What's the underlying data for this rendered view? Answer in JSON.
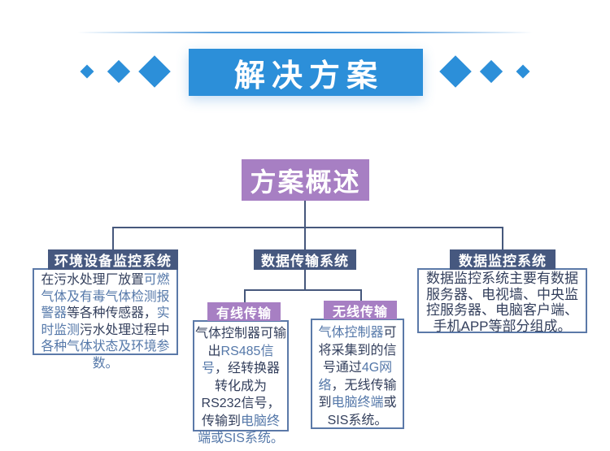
{
  "banner": {
    "title": "解决方案"
  },
  "overview": {
    "label": "方案概述"
  },
  "tree": {
    "env": {
      "header": "环境设备监控系统",
      "segments": [
        {
          "text": "在污水处理厂放置",
          "highlight": false
        },
        {
          "text": "可燃气体及有毒气体检测报警器",
          "highlight": true
        },
        {
          "text": "等各种传感器，",
          "highlight": false
        },
        {
          "text": "实时监测",
          "highlight": true
        },
        {
          "text": "污水处理过程中",
          "highlight": false
        },
        {
          "text": "各种气体状态及环境参数。",
          "highlight": true
        }
      ]
    },
    "trans": {
      "header": "数据传输系统",
      "wired": {
        "header": "有线传输",
        "segments": [
          {
            "text": "气体控制器可输出",
            "highlight": false
          },
          {
            "text": "RS485信号",
            "highlight": true
          },
          {
            "text": "，经转换器转化成为RS232信号，传输到",
            "highlight": false
          },
          {
            "text": "电脑终端或SIS系统。",
            "highlight": true
          }
        ]
      },
      "wireless": {
        "header": "无线传输",
        "segments": [
          {
            "text": "气体控制器",
            "highlight": true
          },
          {
            "text": "可将采集到的信号通过",
            "highlight": false
          },
          {
            "text": "4G网络",
            "highlight": true
          },
          {
            "text": "，无线传输到",
            "highlight": false
          },
          {
            "text": "电脑终端",
            "highlight": true
          },
          {
            "text": "或SIS系统。",
            "highlight": false
          }
        ]
      }
    },
    "monitor": {
      "header": "数据监控系统",
      "segments": [
        {
          "text": "数据监控系统主要有数据服务器、电视墙、中央监控服务器、电脑客户端、手机APP等部分组成。",
          "highlight": false
        }
      ]
    }
  },
  "colors": {
    "banner_blue": "#2C8FD9",
    "purple": "#A77FC3",
    "header_slate": "#46587F",
    "line": "#46587C",
    "box_border": "#5B79A8",
    "text_dark": "#333F5C",
    "text_highlight": "#5578A9"
  }
}
